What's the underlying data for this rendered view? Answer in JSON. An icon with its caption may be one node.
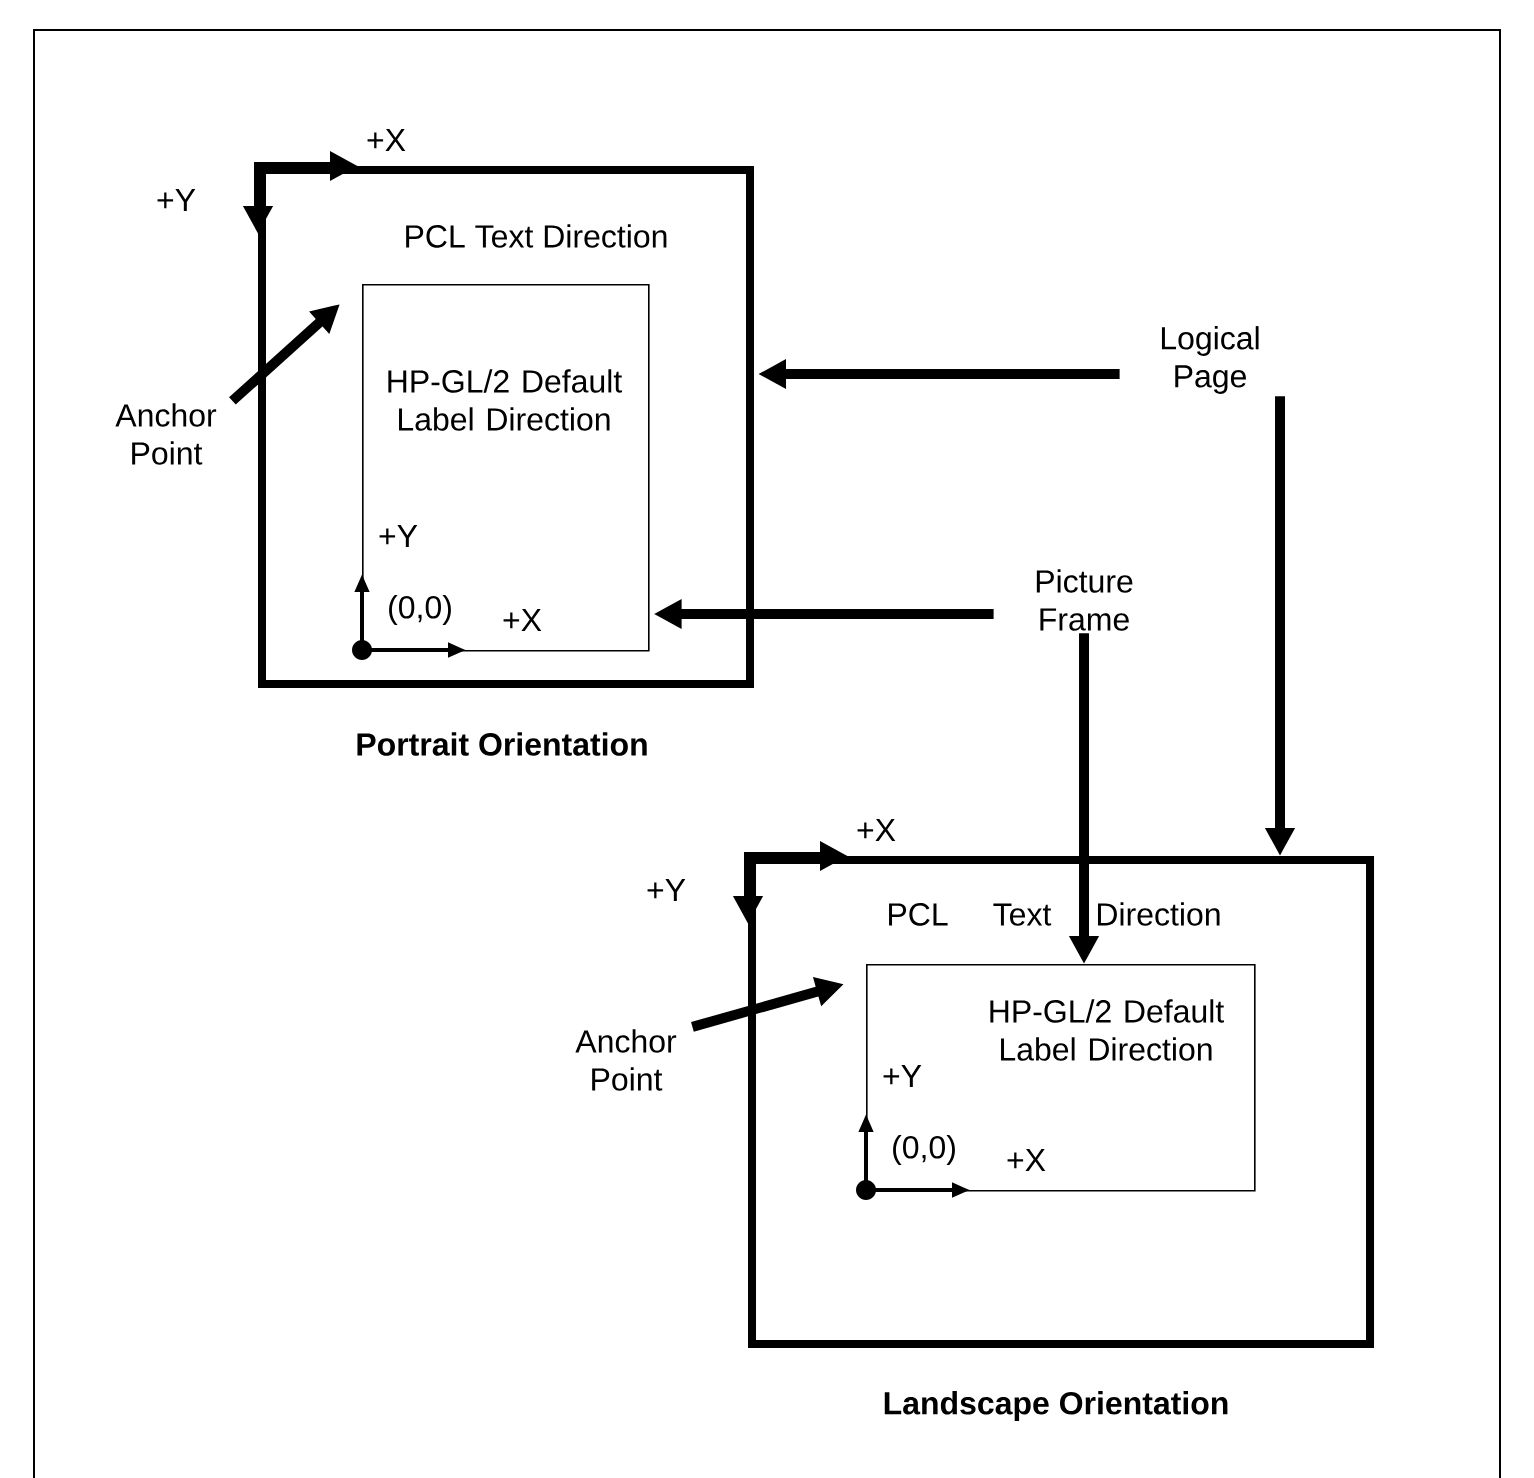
{
  "diagram": {
    "nodes": [
      {
        "text": [
          "PCL Text Direction"
        ],
        "beside": [
          "Portrait Orientation"
        ]
      },
      {
        "text": [
          "HP-GL/2 Default Label Direction"
        ],
        "in": 0
      },
      {
        "text": [
          "PCL Text Direction"
        ],
        "beside": [
          "Landscape Orientation"
        ]
      },
      {
        "text": [
          "HP-GL/2 Default Label Direction"
        ],
        "in": 2
      },
      {
        "text": [
          "Anchor Point"
        ]
      },
      {
        "text": [
          "Logical Page"
        ]
      },
      {
        "text": [
          "Picture Frame"
        ]
      },
      {
        "text": [
          "Anchor Point"
        ]
      }
    ],
    "edges": [
      {
        "from": 4,
        "to": 1,
        "arrow": "to"
      },
      {
        "from": 5,
        "to": 0,
        "arrow": "to"
      },
      {
        "from": 6,
        "to": 1,
        "arrow": "to"
      },
      {
        "from": 5,
        "to": 2,
        "arrow": "to"
      },
      {
        "from": 6,
        "to": 3,
        "arrow": "to"
      },
      {
        "from": 7,
        "to": 3,
        "arrow": "to"
      }
    ],
    "labels": [
      "+X",
      "+Y",
      "+Y",
      "(0,0)",
      "+X",
      "+X",
      "+Y",
      "+Y",
      "(0,0)",
      "+X"
    ]
  }
}
